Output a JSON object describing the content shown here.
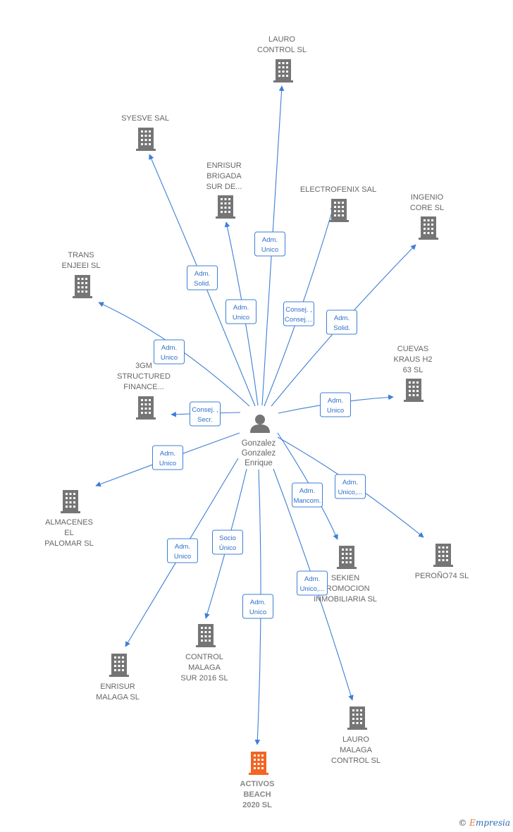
{
  "person": {
    "name_lines": [
      "Gonzalez",
      "Gonzalez",
      "Enrique"
    ],
    "icon": "person-icon"
  },
  "colors": {
    "company": "#757575",
    "highlight": "#f26522",
    "edge": "#3d7fd6",
    "label": "#666666"
  },
  "companies": [
    {
      "id": "lauro-control",
      "lines": [
        "LAURO",
        "CONTROL SL"
      ],
      "icon": "building-icon"
    },
    {
      "id": "syesve",
      "lines": [
        "SYESVE SAL"
      ],
      "icon": "building-icon"
    },
    {
      "id": "enrisur-brigada",
      "lines": [
        "ENRISUR",
        "BRIGADA",
        "SUR DE..."
      ],
      "icon": "building-icon"
    },
    {
      "id": "electrofenix",
      "lines": [
        "ELECTROFENIX SAL"
      ],
      "icon": "building-icon"
    },
    {
      "id": "ingenio-core",
      "lines": [
        "INGENIO",
        "CORE  SL"
      ],
      "icon": "building-icon"
    },
    {
      "id": "trans-enjeei",
      "lines": [
        "TRANS",
        "ENJEEI  SL"
      ],
      "icon": "building-icon"
    },
    {
      "id": "3gm",
      "lines": [
        "3GM",
        "STRUCTURED",
        "FINANCE..."
      ],
      "icon": "building-icon"
    },
    {
      "id": "cuevas-kraus",
      "lines": [
        "CUEVAS",
        "KRAUS H2",
        "63  SL"
      ],
      "icon": "building-icon"
    },
    {
      "id": "almacenes",
      "lines": [
        "ALMACENES",
        "EL",
        "PALOMAR  SL"
      ],
      "icon": "building-icon"
    },
    {
      "id": "sekien",
      "lines": [
        "SEKIEN",
        "PROMOCION",
        "INMOBILIARIA SL"
      ],
      "icon": "building-icon"
    },
    {
      "id": "peronio74",
      "lines": [
        "PEROÑO74  SL"
      ],
      "icon": "building-icon"
    },
    {
      "id": "control-malaga",
      "lines": [
        "CONTROL",
        "MALAGA",
        "SUR 2016  SL"
      ],
      "icon": "building-icon"
    },
    {
      "id": "enrisur-malaga",
      "lines": [
        "ENRISUR",
        "MALAGA SL"
      ],
      "icon": "building-icon"
    },
    {
      "id": "lauro-malaga",
      "lines": [
        "LAURO",
        "MALAGA",
        "CONTROL  SL"
      ],
      "icon": "building-icon"
    },
    {
      "id": "activos-beach",
      "lines": [
        "ACTIVOS",
        "BEACH",
        "2020  SL"
      ],
      "icon": "building-icon",
      "highlight": true
    }
  ],
  "edges": [
    {
      "to": "lauro-control",
      "role": [
        "Adm.",
        "Unico"
      ]
    },
    {
      "to": "syesve",
      "role": [
        "Adm.",
        "Solid."
      ]
    },
    {
      "to": "enrisur-brigada",
      "role": [
        "Adm.",
        "Unico"
      ]
    },
    {
      "to": "electrofenix",
      "role": [
        "Consej. ,",
        "Consej...."
      ]
    },
    {
      "to": "ingenio-core",
      "role": [
        "Adm.",
        "Solid."
      ]
    },
    {
      "to": "trans-enjeei",
      "role": [
        "Adm.",
        "Unico"
      ]
    },
    {
      "to": "3gm",
      "role": [
        "Consej. ,",
        "Secr."
      ]
    },
    {
      "to": "cuevas-kraus",
      "role": [
        "Adm.",
        "Unico"
      ]
    },
    {
      "to": "almacenes",
      "role": [
        "Adm.",
        "Unico"
      ]
    },
    {
      "to": "sekien",
      "role": [
        "Adm.",
        "Mancom."
      ]
    },
    {
      "to": "peronio74",
      "role": [
        "Adm.",
        "Unico,..."
      ]
    },
    {
      "to": "control-malaga",
      "role": [
        "Socio",
        "Único"
      ]
    },
    {
      "to": "enrisur-malaga",
      "role": [
        "Adm.",
        "Unico"
      ]
    },
    {
      "to": "lauro-malaga",
      "role": [
        "Adm.",
        "Unico,..."
      ]
    },
    {
      "to": "activos-beach",
      "role": [
        "Adm.",
        "Unico"
      ]
    }
  ],
  "footer": {
    "copyright": "©",
    "brand_first": "E",
    "brand_rest": "mpresia"
  }
}
